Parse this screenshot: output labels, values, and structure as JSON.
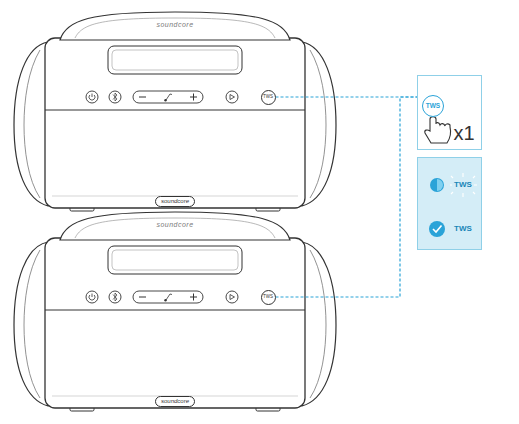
{
  "diagram": {
    "nodes": [
      {
        "text": [
          "TWS"
        ]
      },
      {
        "text": [
          "soundcore"
        ]
      },
      {
        "text": [
          "TWS"
        ]
      },
      {
        "text": [
          "soundcore"
        ]
      },
      {
        "text": [
          "x1"
        ]
      },
      {
        "text": [
          "TWS"
        ],
        "in": 4
      },
      {
        "text": [
          "TWS",
          "TWS"
        ]
      }
    ],
    "edges": [
      {
        "from": 0,
        "to": 4,
        "arrow": "none"
      },
      {
        "from": 2,
        "to": 4,
        "arrow": "none"
      }
    ],
    "labels": [
      "soundcore",
      "soundcore"
    ]
  }
}
